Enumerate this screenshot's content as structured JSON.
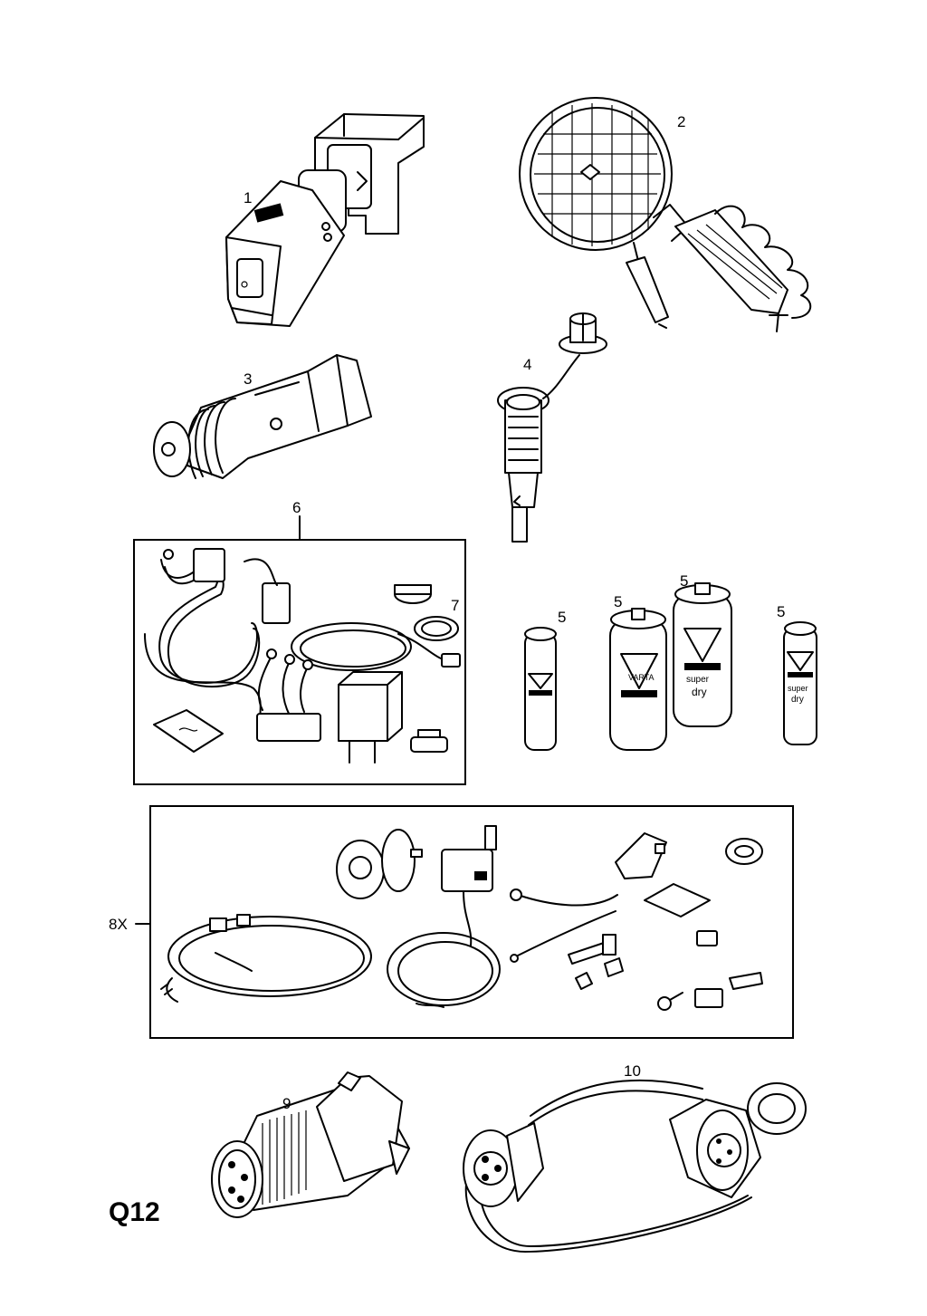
{
  "sheet": {
    "code": "Q12"
  },
  "callouts": {
    "p1": "1",
    "p2": "2",
    "p3": "3",
    "p4": "4",
    "p5a": "5",
    "p5b": "5",
    "p5c": "5",
    "p5d": "5",
    "p6": "6",
    "p7": "7",
    "p8": "8X",
    "p9": "9",
    "p10": "10"
  },
  "battery_text": {
    "brand": "VARTA",
    "super": "super",
    "dry": "dry"
  },
  "icons": [
    "plug-adapter-icon",
    "spotlight-icon",
    "cigarette-lighter-icon",
    "lighter-socket-icon",
    "battery-icon",
    "wiring-kit-icon",
    "towbar-wiring-icon",
    "socket-adapter-icon",
    "adapter-cable-icon"
  ]
}
